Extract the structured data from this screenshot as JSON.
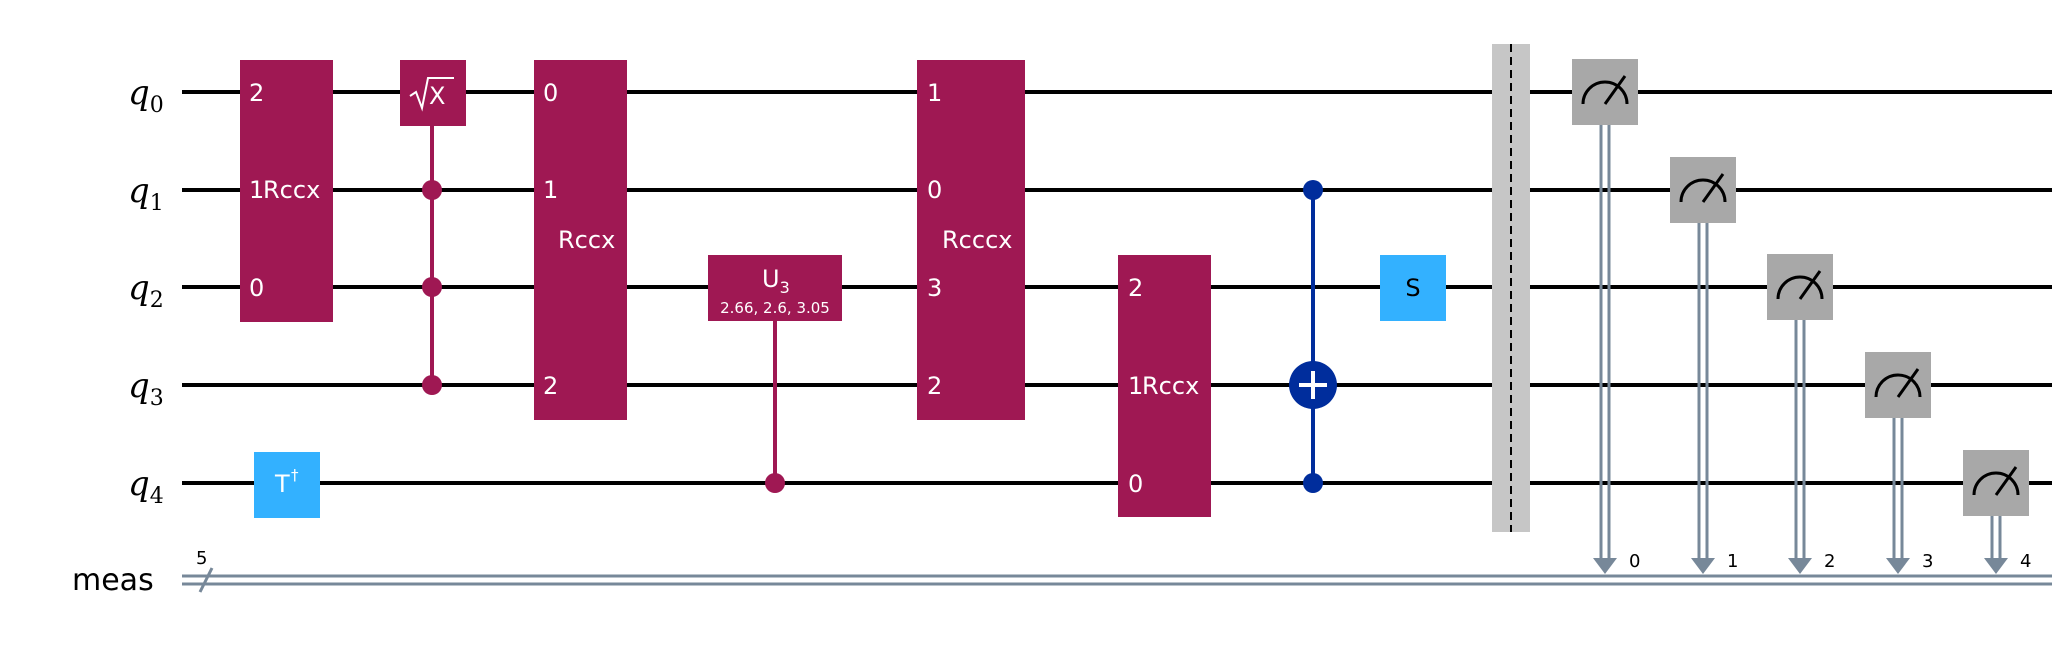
{
  "qubits": [
    {
      "name": "q",
      "index": "0"
    },
    {
      "name": "q",
      "index": "1"
    },
    {
      "name": "q",
      "index": "2"
    },
    {
      "name": "q",
      "index": "3"
    },
    {
      "name": "q",
      "index": "4"
    }
  ],
  "classical": {
    "label": "meas",
    "size": "5"
  },
  "colors": {
    "multi_gate": "#9f1853",
    "single_gate": "#33b1ff",
    "cnot": "#002d9c",
    "measure": "#a8a8a8",
    "barrier": "#c6c6c6",
    "classical_wire": "#778899"
  },
  "gates": {
    "rccx_a": {
      "title": "Rccx",
      "p0": "2",
      "p1": "1",
      "p2": "0"
    },
    "sx": {
      "label": "X"
    },
    "rccx_b": {
      "title": "Rccx",
      "p0": "0",
      "p1": "1",
      "p2": "2"
    },
    "u3": {
      "label": "U",
      "sub": "3",
      "params": "2.66, 2.6, 3.05"
    },
    "rcccx": {
      "title": "Rcccx",
      "p0": "1",
      "p1": "0",
      "p2": "3",
      "p3": "2"
    },
    "rccx_c": {
      "title": "Rccx",
      "p0": "2",
      "p1": "1",
      "p2": "0"
    },
    "s": {
      "label": "S"
    },
    "tdg": {
      "label": "T",
      "sup": "†"
    }
  },
  "measure_bits": [
    "0",
    "1",
    "2",
    "3",
    "4"
  ]
}
